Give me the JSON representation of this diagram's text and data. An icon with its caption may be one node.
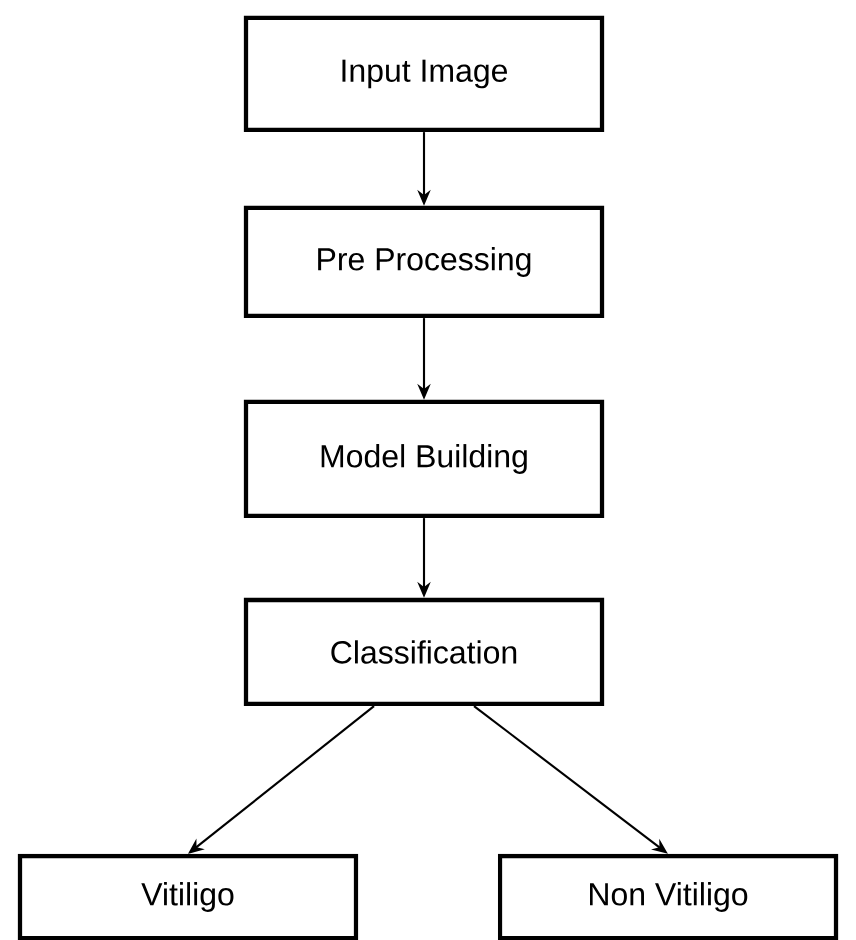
{
  "diagram": {
    "nodes": [
      {
        "text": [
          "Input Image"
        ]
      },
      {
        "text": [
          "Pre Processing"
        ]
      },
      {
        "text": [
          "Model Building"
        ]
      },
      {
        "text": [
          "Classification"
        ]
      },
      {
        "text": [
          "Vitiligo"
        ]
      },
      {
        "text": [
          "Non Vitiligo"
        ]
      }
    ],
    "edges": [
      {
        "from": 0,
        "to": 1,
        "arrow": "to"
      },
      {
        "from": 1,
        "to": 2,
        "arrow": "to"
      },
      {
        "from": 2,
        "to": 3,
        "arrow": "to"
      },
      {
        "from": 3,
        "to": 4,
        "arrow": "to"
      },
      {
        "from": 3,
        "to": 5,
        "arrow": "to"
      }
    ]
  }
}
